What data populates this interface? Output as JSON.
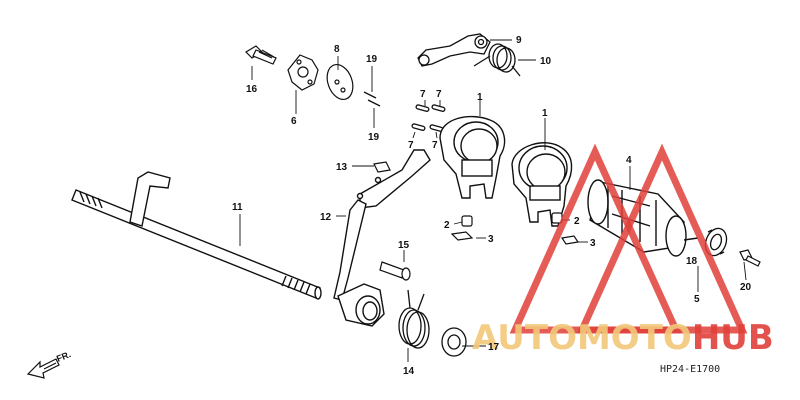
{
  "diagram": {
    "reference_code": "HP24-E1700",
    "direction_label": "FR.",
    "callouts": {
      "n1a": "1",
      "n1b": "1",
      "n2a": "2",
      "n2b": "2",
      "n3a": "3",
      "n3b": "3",
      "n4": "4",
      "n5": "5",
      "n6": "6",
      "n7a": "7",
      "n7b": "7",
      "n7c": "7",
      "n7d": "7",
      "n8": "8",
      "n9": "9",
      "n10": "10",
      "n11": "11",
      "n12": "12",
      "n13": "13",
      "n14": "14",
      "n15": "15",
      "n16": "16",
      "n17": "17",
      "n18": "18",
      "n19a": "19",
      "n19b": "19",
      "n20": "20"
    }
  },
  "watermark": {
    "text_part1": "AUTOMOTO",
    "text_part2": "HUB",
    "colors": {
      "triangle": "#e0403a",
      "text_part1": "#f2c87a",
      "text_part2": "#e0403a"
    }
  },
  "colors": {
    "line": "#111111",
    "fill": "#ffffff"
  }
}
